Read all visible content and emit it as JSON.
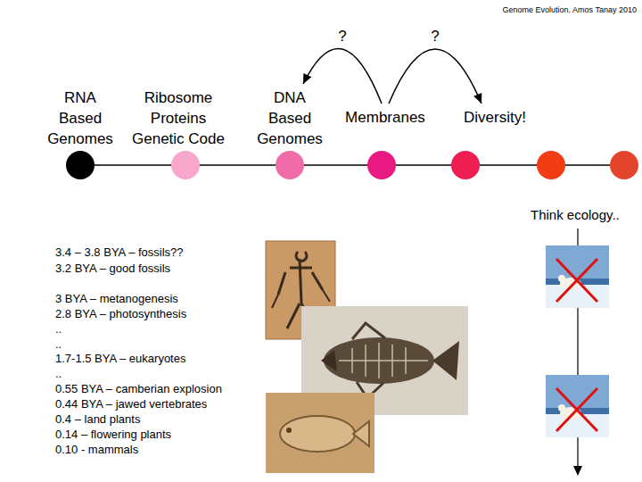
{
  "diagram": {
    "nodes": [
      {
        "text": [
          "RNA Based Genomes"
        ]
      },
      {
        "text": [
          "Ribosome Proteins Genetic Code"
        ]
      },
      {
        "text": [
          "DNA Based Genomes"
        ]
      },
      {
        "text": [
          "Membranes"
        ]
      },
      {
        "text": [
          "Diversity!"
        ]
      }
    ],
    "edges": [
      {
        "from": 3,
        "to": 2,
        "arrow": "to",
        "label": "?"
      },
      {
        "from": 3,
        "to": 4,
        "arrow": "to",
        "label": "?"
      }
    ],
    "labels": [
      "Genome Evolution. Amos Tanay 2010",
      "3.4 – 3.8 BYA – fossils??",
      "3.2 BYA – good fossils",
      "3 BYA – metanogenesis",
      "2.8 BYA – photosynthesis",
      "..",
      "..",
      "1.7-1.5 BYA – eukaryotes",
      "..",
      "0.55 BYA – camberian explosion",
      "0.44 BYA – jawed vertebrates",
      "0.4 – land plants",
      "0.14 – flowering plants",
      "0.10 - mammals",
      "Think ecology.."
    ]
  }
}
